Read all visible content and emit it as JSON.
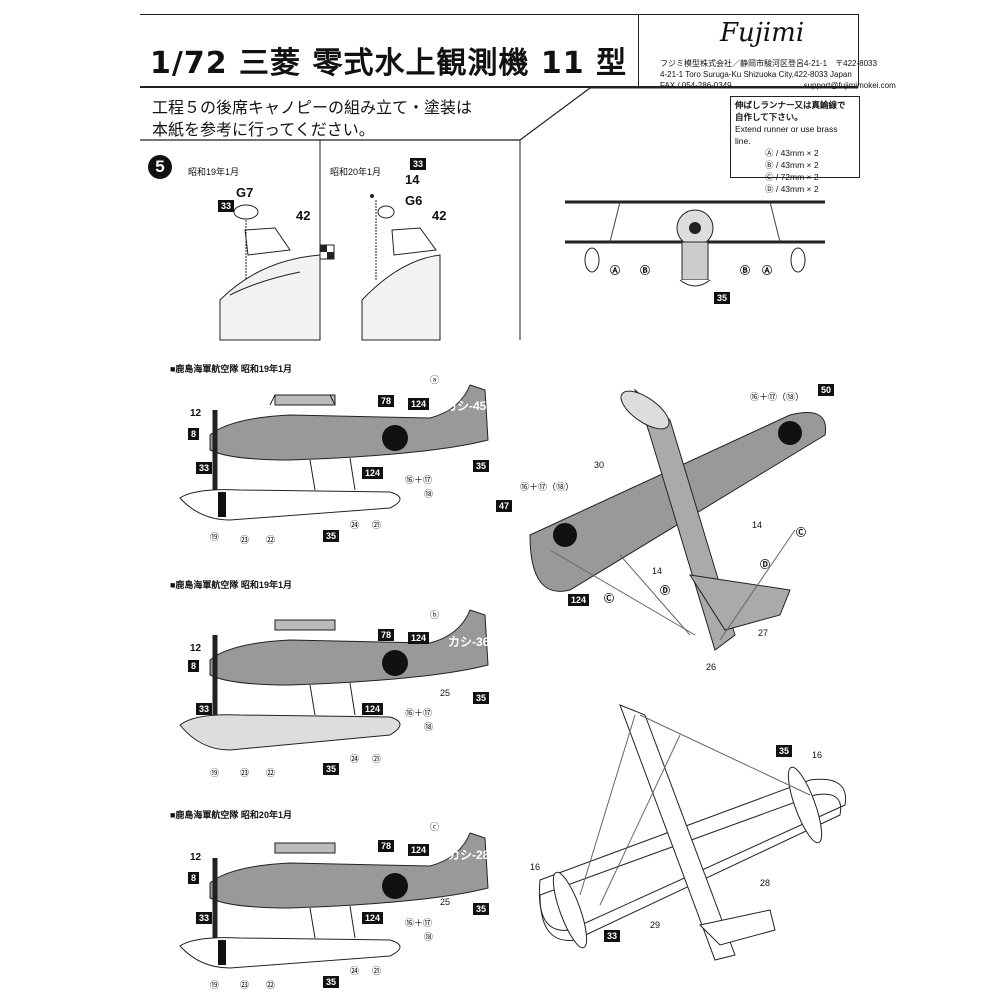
{
  "header": {
    "title": "1/72 三菱 零式水上観測機 11 型",
    "brand": "Fujimi",
    "address_lines": [
      "フジミ模型株式会社／静岡市駿河区登呂4-21-1　〒422-8033",
      "4-21-1 Toro Suruga-Ku Shizuoka City,422-8033 Japan",
      "FAX / 054-286-0349　　　　　　　　　support@fujimimokei.com"
    ]
  },
  "notice": {
    "line1": "工程５の後席キャノピーの組み立て・塗装は",
    "line2": "本紙を参考に行ってください。"
  },
  "stretch_box": {
    "jp1": "伸ばしランナー又は真鍮線で",
    "jp2": "自作して下さい。",
    "en": "Extend runner or use brass line.",
    "items": [
      "Ⓐ / 43mm × 2",
      "Ⓑ / 43mm × 2",
      "Ⓒ / 72mm × 2",
      "Ⓓ / 43mm × 2"
    ]
  },
  "step5": {
    "number": "5",
    "left_date": "昭和19年1月",
    "right_date": "昭和20年1月",
    "left_parts": [
      "G7",
      "33",
      "42"
    ],
    "right_parts": [
      "33",
      "14",
      "G6",
      "42"
    ]
  },
  "profiles": [
    {
      "heading": "■鹿島海軍航空隊 昭和19年1月",
      "code": "カシ-45",
      "letter": "ⓐ"
    },
    {
      "heading": "■鹿島海軍航空隊 昭和19年1月",
      "code": "カシ-36",
      "letter": "ⓑ"
    },
    {
      "heading": "■鹿島海軍航空隊 昭和20年1月",
      "code": "カシ-28",
      "letter": "ⓒ"
    }
  ],
  "profile_callouts": {
    "n12": "12",
    "n8": "8",
    "n33": "33",
    "n78": "78",
    "n124": "124",
    "n35": "35",
    "n16_17": "⑯＋⑰",
    "n18": "⑱",
    "n19": "⑲",
    "n23": "㉓",
    "n22": "㉒",
    "n24": "㉔",
    "n21": "㉑",
    "n25": "25"
  },
  "front_view": {
    "a": "Ⓐ",
    "b": "Ⓑ",
    "n35": "35"
  },
  "top_view": {
    "n50": "50",
    "n16_17_18": "⑯＋⑰（⑱）",
    "n30": "30",
    "n47": "47",
    "n14": "14",
    "n124": "124",
    "c": "Ⓒ",
    "d": "Ⓓ",
    "n27": "27",
    "n26": "26"
  },
  "bottom_view": {
    "n35": "35",
    "n16": "16",
    "n28": "28",
    "n29": "29",
    "n33": "33"
  }
}
